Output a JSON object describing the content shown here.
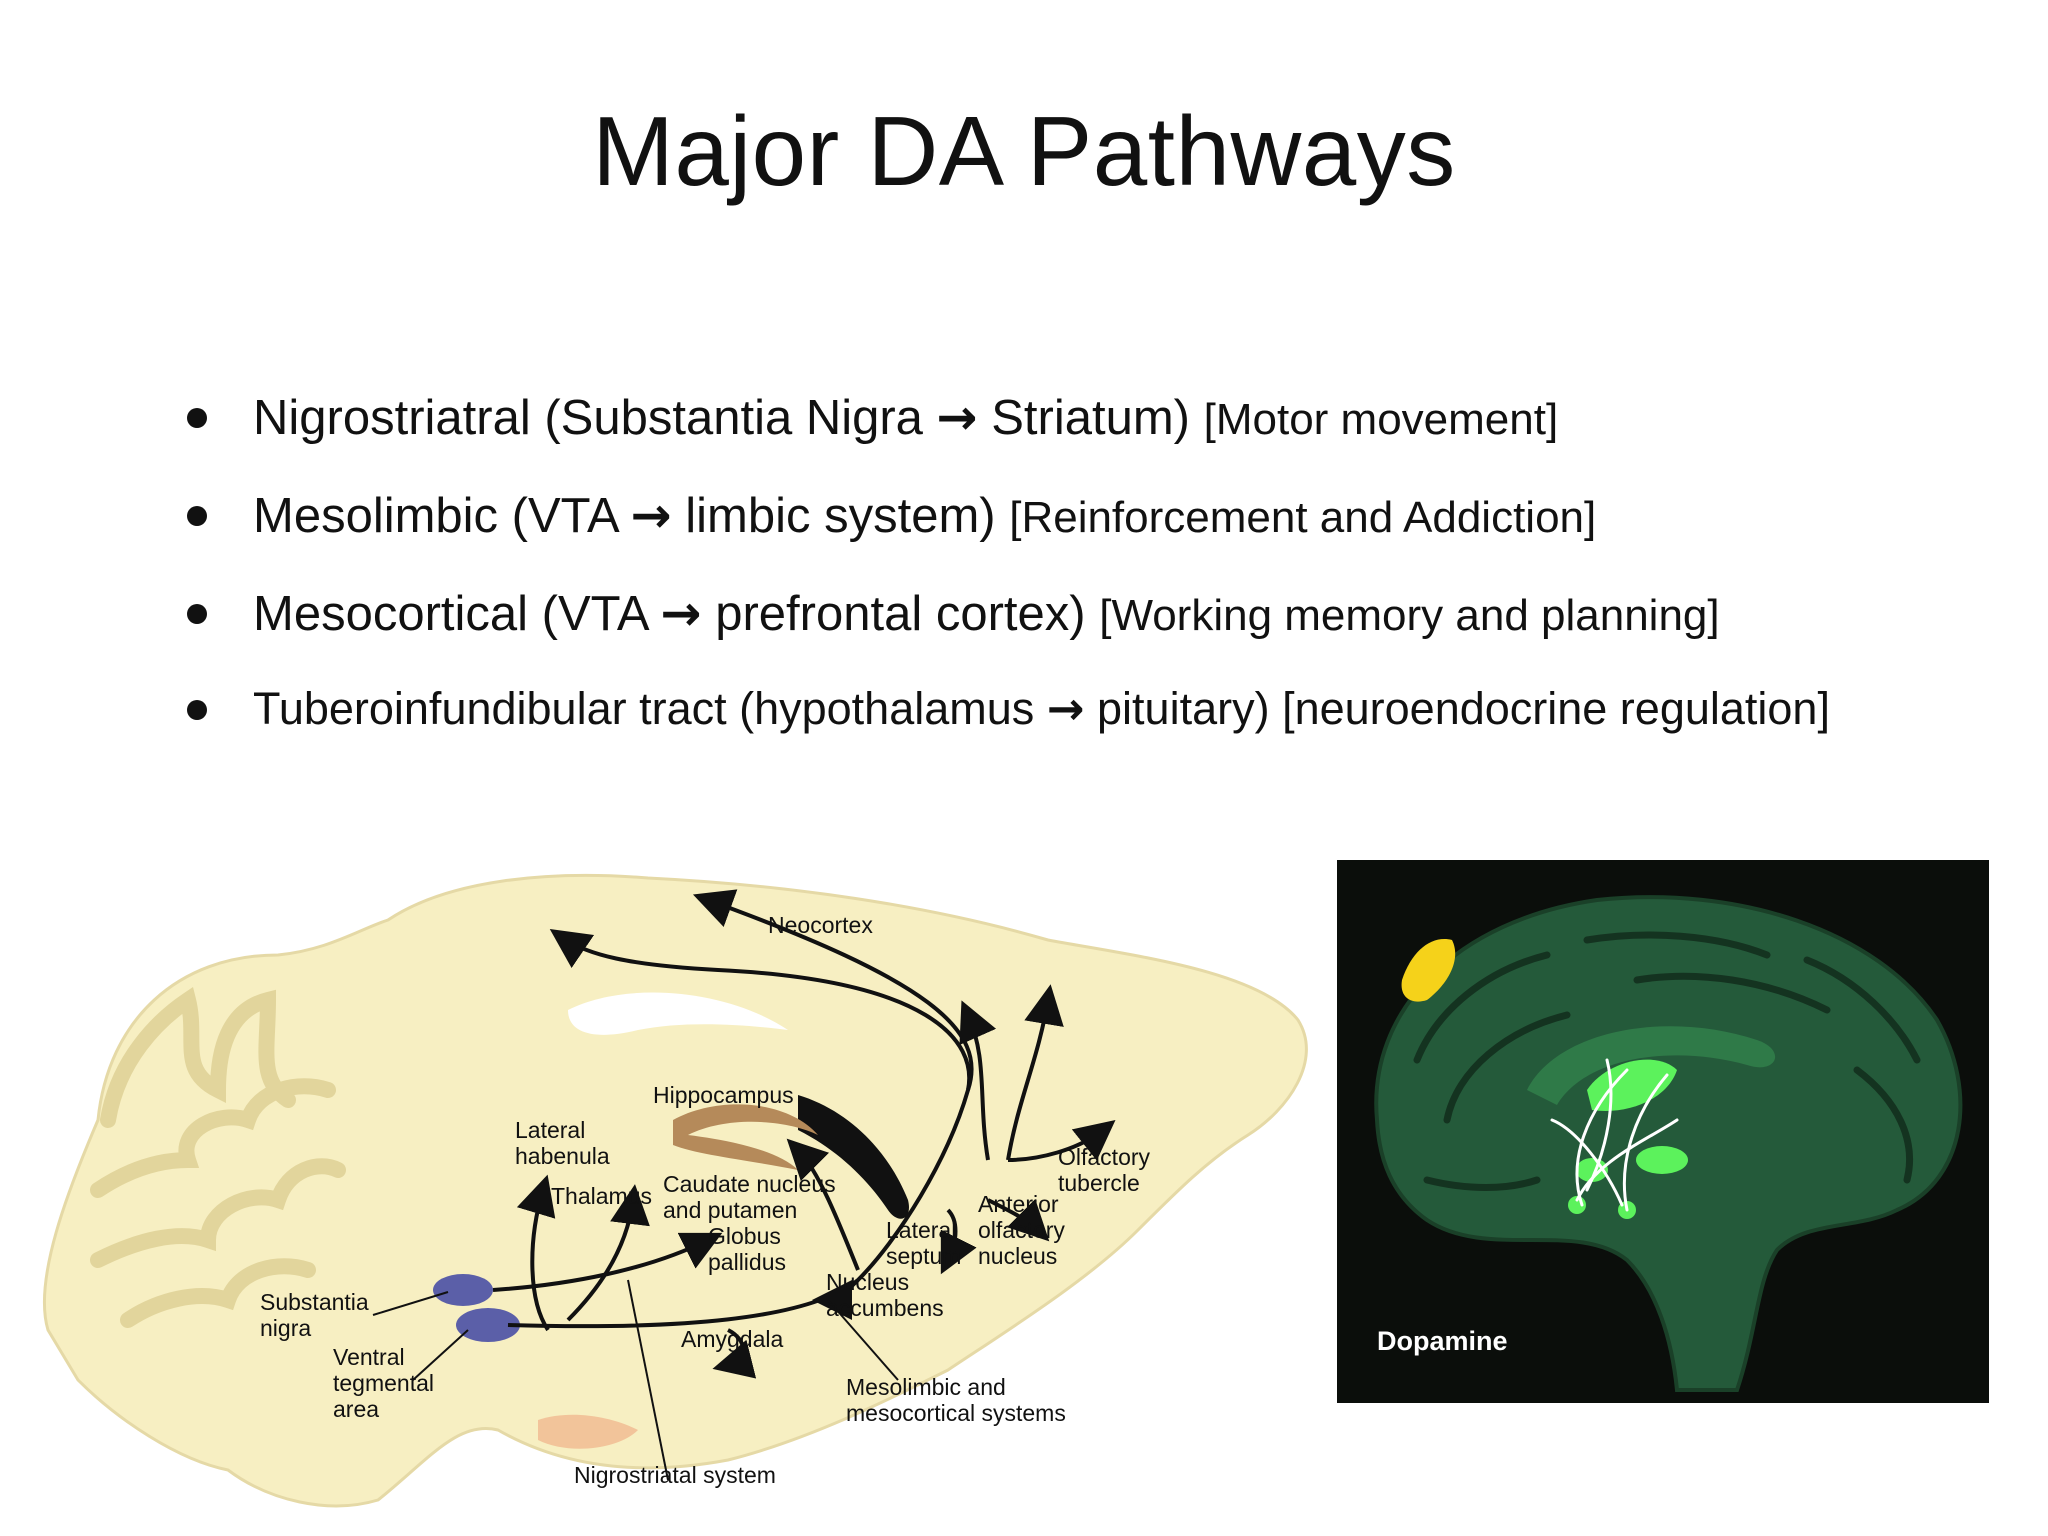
{
  "title": "Major DA Pathways",
  "bullets": [
    {
      "main": "Nigrostriatral (Substantia Nigra",
      "arrow": "→",
      "target": "Striatum)",
      "note": "[Motor movement]"
    },
    {
      "main": "Mesolimbic (VTA",
      "arrow": "→",
      "target": "limbic system)",
      "note": "[Reinforcement and Addiction]"
    },
    {
      "main": "Mesocortical (VTA",
      "arrow": "→",
      "target": "prefrontal cortex)",
      "note": "[Working memory and planning]"
    },
    {
      "main": "Tuberoinfundibular tract (hypothalamus",
      "arrow": "→",
      "target": "pituitary) [neuroendocrine regulation]"
    }
  ],
  "diagram": {
    "labels": {
      "neocortex": "Neocortex",
      "hippocampus": "Hippocampus",
      "lateral_habenula_1": "Lateral",
      "lateral_habenula_2": "habenula",
      "thalamus": "Thalamus",
      "caudate_1": "Caudate nucleus",
      "caudate_2": "and putamen",
      "globus_1": "Globus",
      "globus_2": "pallidus",
      "olfactory_tubercle_1": "Olfactory",
      "olfactory_tubercle_2": "tubercle",
      "anterior_olfactory_1": "Anterior",
      "anterior_olfactory_2": "olfactory",
      "anterior_olfactory_3": "nucleus",
      "lateral_septum_1": "Lateral",
      "lateral_septum_2": "septum",
      "nucleus_accumbens_1": "Nucleus",
      "nucleus_accumbens_2": "accumbens",
      "substantia_nigra_1": "Substantia",
      "substantia_nigra_2": "nigra",
      "vta_1": "Ventral",
      "vta_2": "tegmental",
      "vta_3": "area",
      "amygdala": "Amygdala",
      "mesolimbic_1": "Mesolimbic and",
      "mesolimbic_2": "mesocortical systems",
      "nigrostriatal": "Nigrostriatal system"
    },
    "colors": {
      "brain_fill": "#f7efc2",
      "nuclei": "#5b5fa8",
      "hippocampus": "#b58a5a",
      "pituitary": "#f2c49a",
      "ventricle": "#111111"
    }
  },
  "photo": {
    "label": "Dopamine",
    "colors": {
      "background": "#0b0e0b",
      "brain": "#245a3a",
      "pathway": "#5cf25c",
      "highlight": "#f5d21a"
    }
  }
}
